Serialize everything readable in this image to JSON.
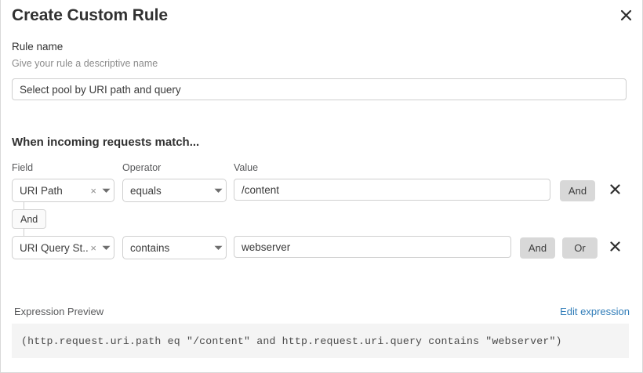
{
  "dialog": {
    "title": "Create Custom Rule",
    "close_icon": "close-icon"
  },
  "rule_name": {
    "label": "Rule name",
    "hint": "Give your rule a descriptive name",
    "value": "Select pool by URI path and query",
    "placeholder": "Rule name"
  },
  "match": {
    "heading": "When incoming requests match...",
    "columns": {
      "field": "Field",
      "operator": "Operator",
      "value": "Value"
    },
    "connector": {
      "label": "And"
    },
    "rows": [
      {
        "field": "URI Path",
        "field_clear_icon": "clear-icon",
        "field_caret_icon": "chevron-down-icon",
        "operator": "equals",
        "operator_caret_icon": "chevron-down-icon",
        "value": "/content",
        "value_placeholder": "Value",
        "and_label": "And",
        "delete_icon": "close-icon"
      },
      {
        "field": "URI Query St...",
        "field_clear_icon": "clear-icon",
        "field_caret_icon": "chevron-down-icon",
        "operator": "contains",
        "operator_caret_icon": "chevron-down-icon",
        "value": "webserver",
        "value_placeholder": "Value",
        "and_label": "And",
        "or_label": "Or",
        "delete_icon": "close-icon"
      }
    ]
  },
  "expression": {
    "label": "Expression Preview",
    "edit_link": "Edit expression",
    "text": "(http.request.uri.path eq \"/content\" and http.request.uri.query contains \"webserver\")"
  },
  "colors": {
    "link": "#2f7cb8",
    "button_grey": "#d8d8d8",
    "border": "#cfcfcf",
    "preview_bg": "#f4f4f4",
    "text": "#36393a",
    "muted": "#8c8c8c"
  }
}
